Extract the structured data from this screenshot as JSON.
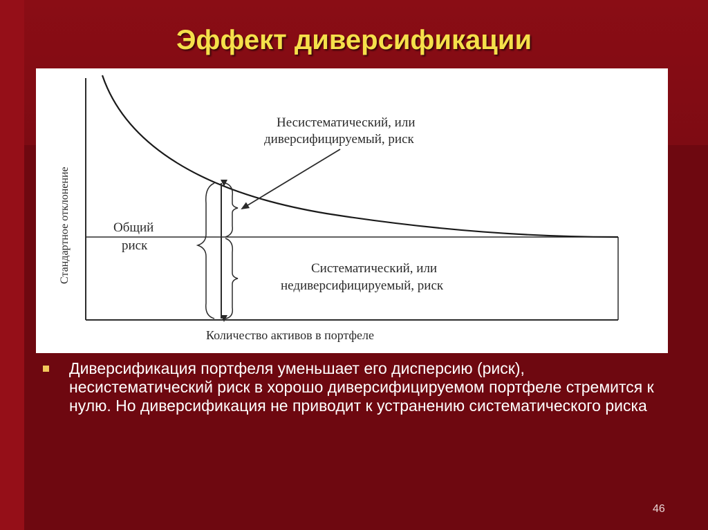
{
  "slide": {
    "title": "Эффект диверсификации",
    "page_number": "46"
  },
  "figure": {
    "y_axis_label": "Стандартное отклонение",
    "x_axis_label": "Количество активов в портфеле",
    "unsystematic_line1": "Несистематический, или",
    "unsystematic_line2": "диверсифицируемый, риск",
    "systematic_line1": "Систематический, или",
    "systematic_line2": "недиверсифицируемый, риск",
    "total_risk_line1": "Общий",
    "total_risk_line2": "риск"
  },
  "bullet": {
    "text": "Диверсификация  портфеля уменьшает его дисперсию (риск), несистематический риск в хорошо диверсифицируемом портфеле стремится к нулю. Но диверсификация не приводит к устранению систематического риска"
  },
  "colors": {
    "background": "#7a0a12",
    "title": "#f5e04a",
    "bullet_marker": "#f2c75c",
    "text": "#ffffff"
  }
}
